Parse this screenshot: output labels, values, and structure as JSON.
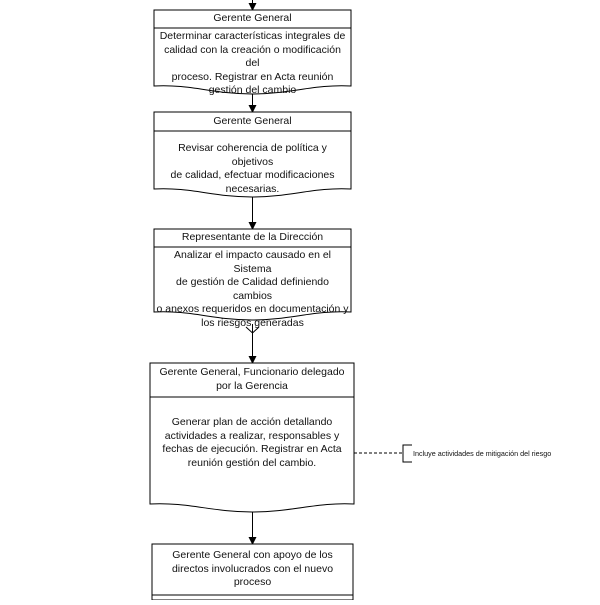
{
  "steps": [
    {
      "role": "Gerente General",
      "action": "Determinar características integrales de\ncalidad con la creación o modificación del\nproceso. Registrar en Acta reunión\ngestión del cambio"
    },
    {
      "role": "Gerente General",
      "action": "Revisar coherencia de política y objetivos\nde calidad, efectuar modificaciones\nnecesarias."
    },
    {
      "role": "Representante de la Dirección",
      "action": "Analizar el impacto causado en el Sistema\nde gestión de Calidad definiendo cambios\no anexos requeridos en documentación y\nlos riesgos generadas"
    },
    {
      "role": "Gerente General,  Funcionario delegado\npor la Gerencia",
      "action": "Generar plan de acción detallando\nactividades a realizar, responsables y\nfechas de ejecución. Registrar en Acta\nreunión gestión del cambio."
    },
    {
      "role": "Gerente General con apoyo de los\ndirectos involucrados con el nuevo\nproceso",
      "action": ""
    }
  ],
  "annotation": {
    "text": "Incluye actividades de mitigación del riesgo"
  },
  "colors": {
    "stroke": "#000000",
    "text": "#111111",
    "fill": "#ffffff"
  }
}
